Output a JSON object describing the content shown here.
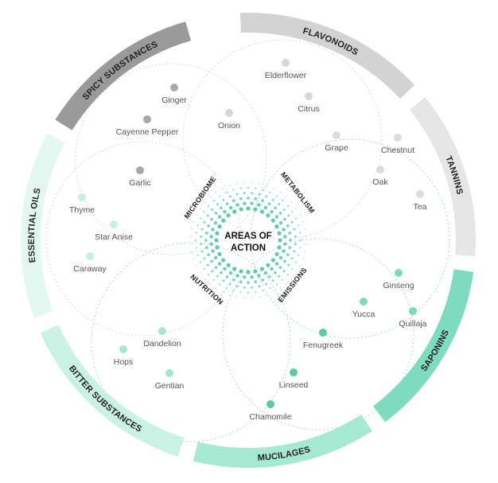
{
  "center": {
    "line1": "AREAS OF",
    "line2": "ACTION"
  },
  "areas": {
    "microbiome": "MICROBIOME",
    "metabolism": "METABOLISM",
    "nutrition": "NUTRITION",
    "emissions": "EMISSIONS"
  },
  "colors": {
    "spicy": "#9a9a9a",
    "flavonoids": "#d3d3d3",
    "tannins": "#e6e6e6",
    "saponins": "#7fdbbd",
    "mucilages": "#a6e9d3",
    "bitter": "#c9f2e4",
    "essential": "#e3f8f1",
    "dot_grey": "#c4c4c4",
    "dot_dark": "#a3a3a3",
    "dot_green": "#66cfaa",
    "accent": "#5fcba5"
  },
  "segments": [
    {
      "key": "flavonoids",
      "label": "FLAVONOIDS"
    },
    {
      "key": "tannins",
      "label": "TANNINS"
    },
    {
      "key": "saponins",
      "label": "SAPONINS"
    },
    {
      "key": "mucilages",
      "label": "MUCILAGES"
    },
    {
      "key": "bitter",
      "label": "BITTER SUBSTANCES"
    },
    {
      "key": "essential",
      "label": "ESSENTIAL OILS"
    },
    {
      "key": "spicy",
      "label": "SPICY SUBSTANCES"
    }
  ],
  "items": [
    {
      "label": "Elderflower",
      "group": "flavonoids"
    },
    {
      "label": "Citrus",
      "group": "flavonoids"
    },
    {
      "label": "Onion",
      "group": "flavonoids"
    },
    {
      "label": "Ginger",
      "group": "spicy"
    },
    {
      "label": "Cayenne Pepper",
      "group": "spicy"
    },
    {
      "label": "Garlic",
      "group": "spicy"
    },
    {
      "label": "Grape",
      "group": "tannins"
    },
    {
      "label": "Chestnut",
      "group": "tannins"
    },
    {
      "label": "Oak",
      "group": "tannins"
    },
    {
      "label": "Tea",
      "group": "tannins"
    },
    {
      "label": "Thyme",
      "group": "essential"
    },
    {
      "label": "Star Anise",
      "group": "essential"
    },
    {
      "label": "Caraway",
      "group": "essential"
    },
    {
      "label": "Ginseng",
      "group": "saponins"
    },
    {
      "label": "Yucca",
      "group": "saponins"
    },
    {
      "label": "Quillaja",
      "group": "saponins"
    },
    {
      "label": "Fenugreek",
      "group": "mucilages"
    },
    {
      "label": "Linseed",
      "group": "mucilages"
    },
    {
      "label": "Chamomile",
      "group": "mucilages"
    },
    {
      "label": "Dandelion",
      "group": "bitter"
    },
    {
      "label": "Hops",
      "group": "bitter"
    },
    {
      "label": "Gentian",
      "group": "bitter"
    }
  ]
}
